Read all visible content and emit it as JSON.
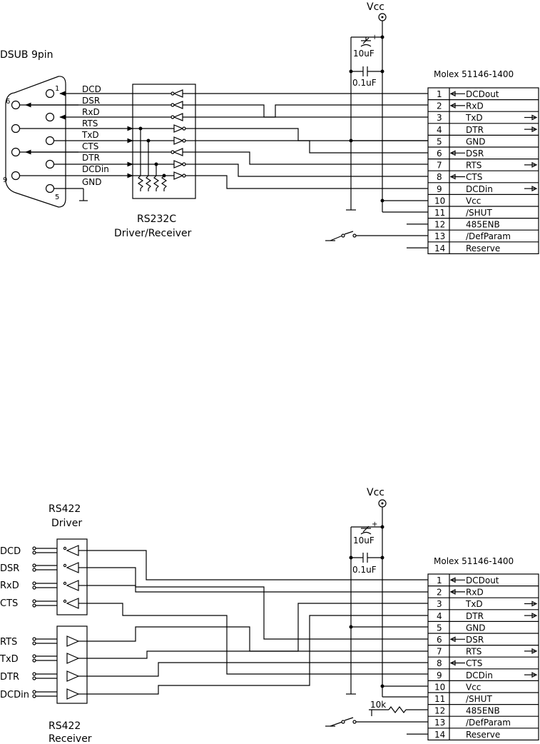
{
  "top": {
    "vcc": "Vcc",
    "dsub_title": "DSUB 9pin",
    "pin_nums": [
      "1",
      "6",
      "9",
      "5"
    ],
    "dsub_signals": [
      "DCD",
      "DSR",
      "RxD",
      "RTS",
      "TxD",
      "CTS",
      "DTR",
      "DCDin",
      "GND"
    ],
    "cap_big": "10uF",
    "cap_small": "0.1uF",
    "cap_plus": "+",
    "driver_label_1": "RS232C",
    "driver_label_2": "Driver/Receiver",
    "connector_title": "Molex 51146-1400",
    "connector": [
      {
        "num": "1",
        "name": "DCDout"
      },
      {
        "num": "2",
        "name": "RxD"
      },
      {
        "num": "3",
        "name": "TxD"
      },
      {
        "num": "4",
        "name": "DTR"
      },
      {
        "num": "5",
        "name": "GND"
      },
      {
        "num": "6",
        "name": "DSR"
      },
      {
        "num": "7",
        "name": "RTS"
      },
      {
        "num": "8",
        "name": "CTS"
      },
      {
        "num": "9",
        "name": "DCDin"
      },
      {
        "num": "10",
        "name": "Vcc"
      },
      {
        "num": "11",
        "name": "/SHUT"
      },
      {
        "num": "12",
        "name": "485ENB"
      },
      {
        "num": "13",
        "name": "/DefParam"
      },
      {
        "num": "14",
        "name": "Reserve"
      }
    ]
  },
  "bottom": {
    "vcc": "Vcc",
    "driver_label_1": "RS422",
    "driver_label_2": "Driver",
    "receiver_label_1": "RS422",
    "receiver_label_2": "Receiver",
    "driver_signals": [
      "DCD",
      "DSR",
      "RxD",
      "CTS"
    ],
    "receiver_signals": [
      "RTS",
      "TxD",
      "DTR",
      "DCDin"
    ],
    "cap_big": "10uF",
    "cap_small": "0.1uF",
    "cap_plus": "+",
    "resistor": "10k",
    "connector_title": "Molex 51146-1400",
    "connector": [
      {
        "num": "1",
        "name": "DCDout"
      },
      {
        "num": "2",
        "name": "RxD"
      },
      {
        "num": "3",
        "name": "TxD"
      },
      {
        "num": "4",
        "name": "DTR"
      },
      {
        "num": "5",
        "name": "GND"
      },
      {
        "num": "6",
        "name": "DSR"
      },
      {
        "num": "7",
        "name": "RTS"
      },
      {
        "num": "8",
        "name": "CTS"
      },
      {
        "num": "9",
        "name": "DCDin"
      },
      {
        "num": "10",
        "name": "Vcc"
      },
      {
        "num": "11",
        "name": "/SHUT"
      },
      {
        "num": "12",
        "name": "485ENB"
      },
      {
        "num": "13",
        "name": "/DefParam"
      },
      {
        "num": "14",
        "name": "Reserve"
      }
    ]
  }
}
